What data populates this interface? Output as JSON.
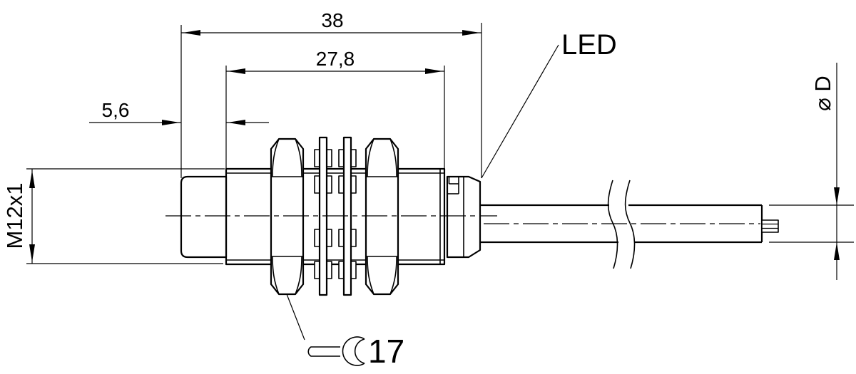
{
  "drawing": {
    "background": "#ffffff",
    "line_color": "#000000",
    "labels": {
      "overall_length": "38",
      "threaded_length": "27,8",
      "front_cap_length": "5,6",
      "thread_spec": "M12x1",
      "led": "LED",
      "cable_diameter": "⌀ D",
      "wrench_size": "17"
    },
    "icons": {
      "wrench_icon": "open-end-wrench"
    }
  }
}
